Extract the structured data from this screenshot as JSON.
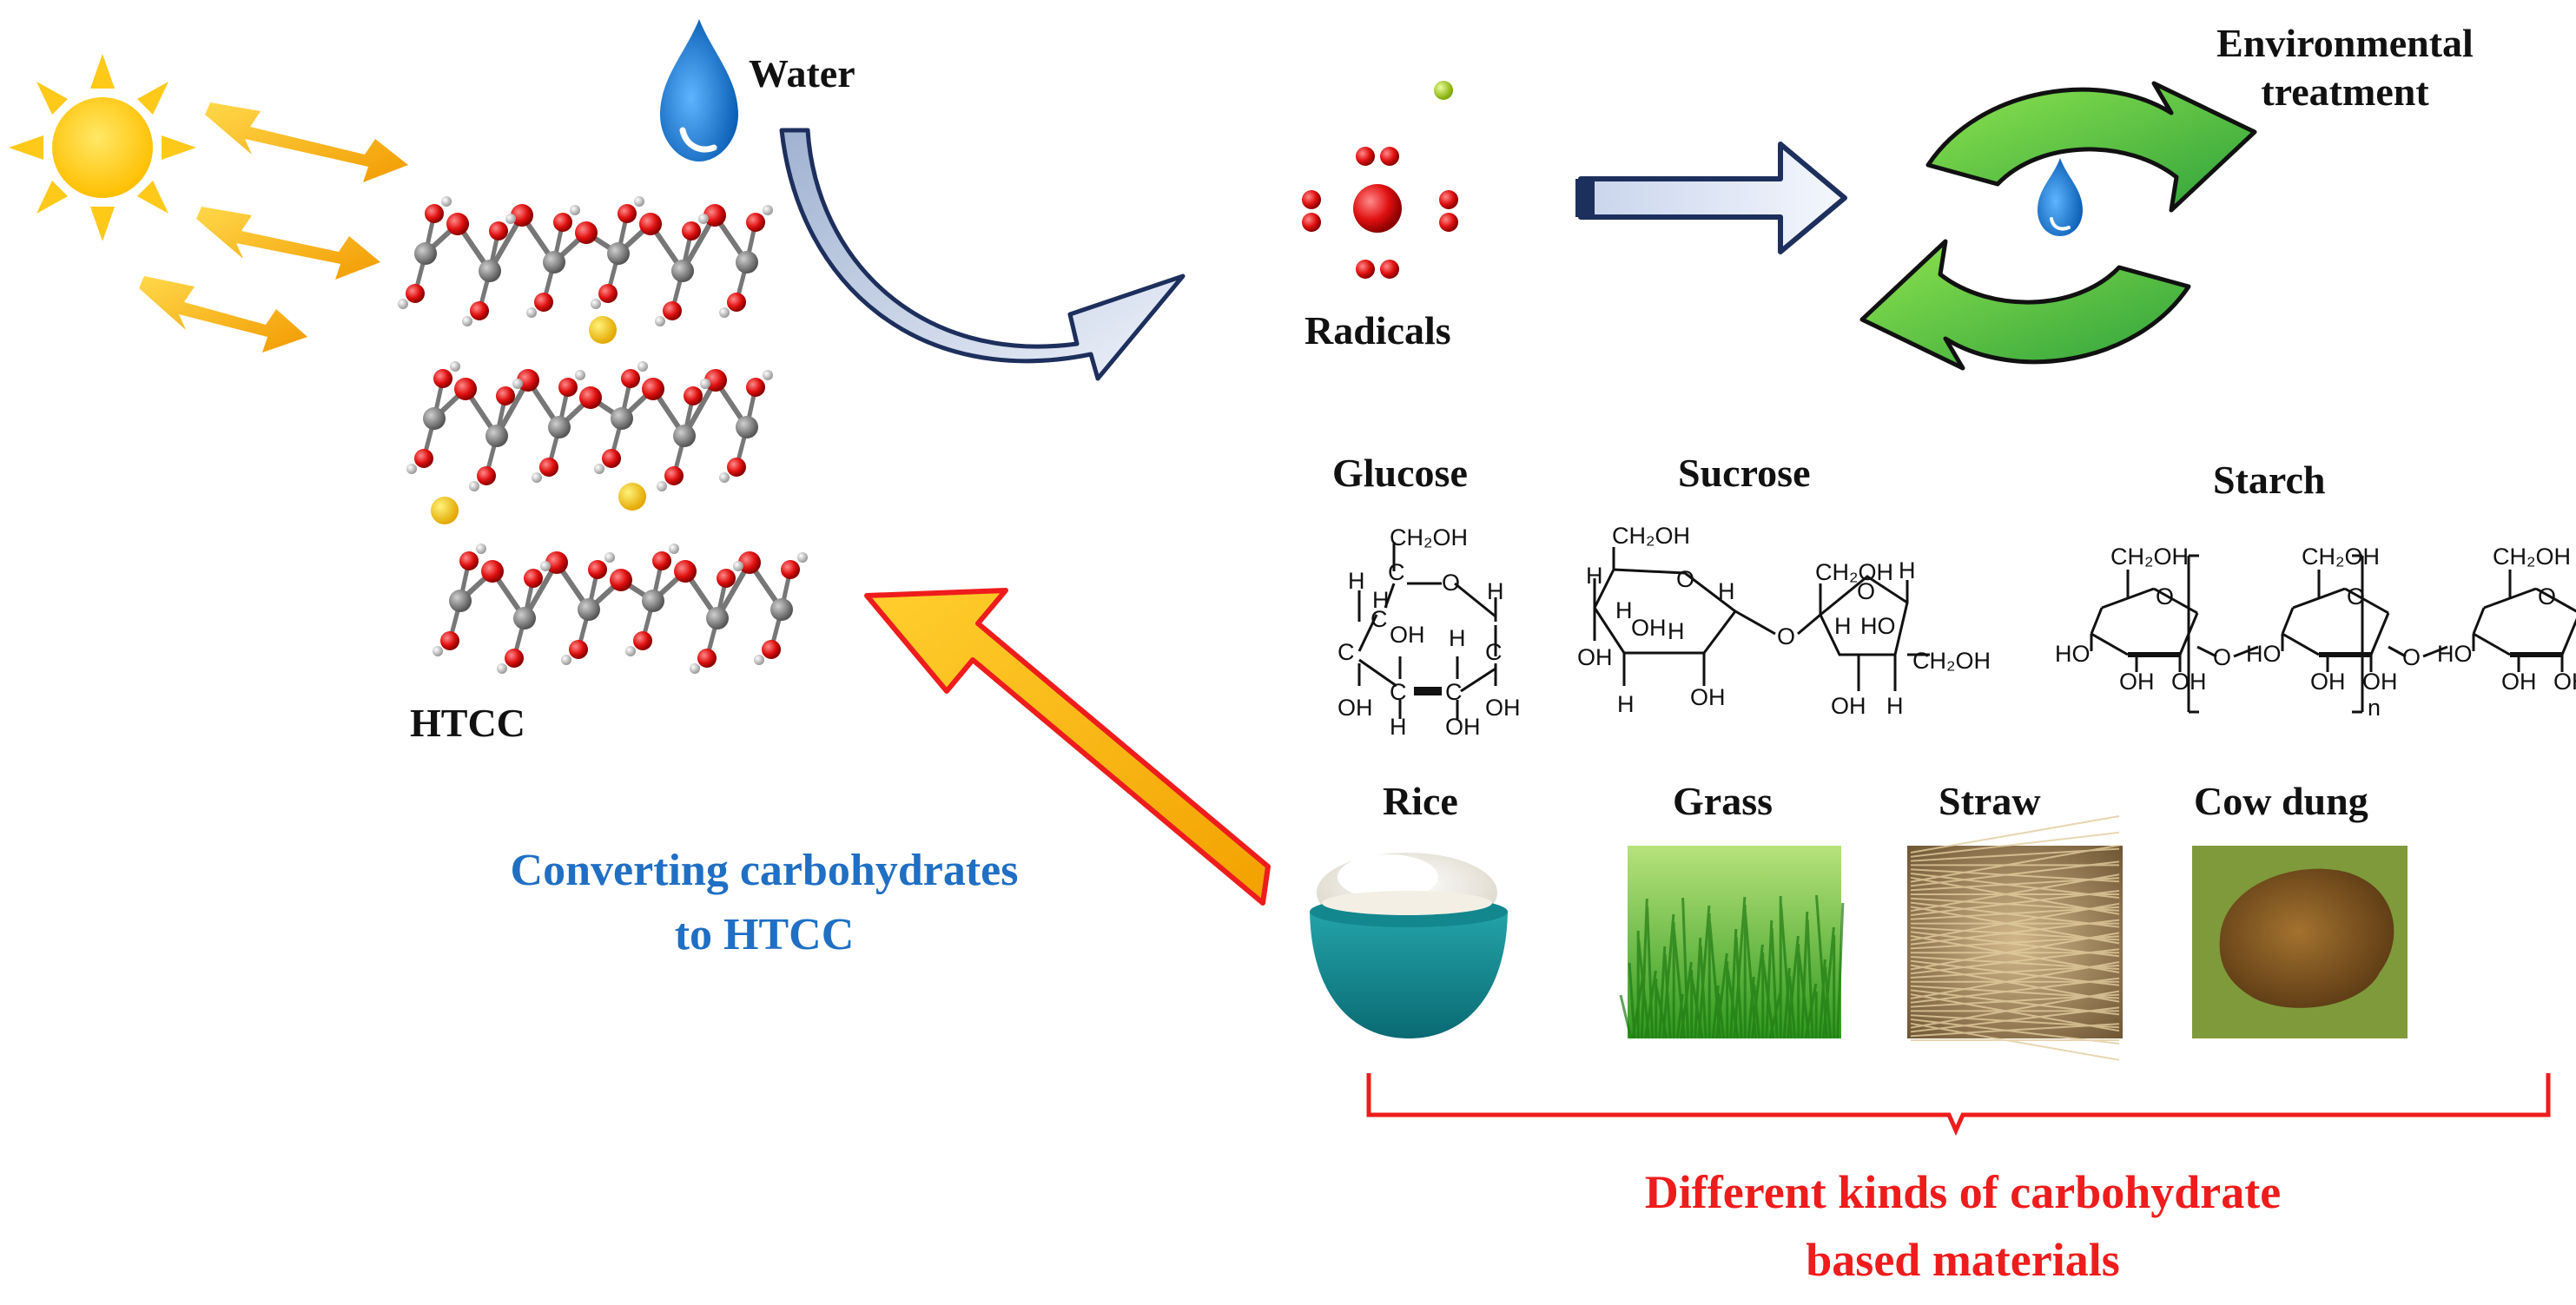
{
  "labels": {
    "water": "Water",
    "radicals": "Radicals",
    "environmental_treatment": "Environmental\ntreatment",
    "htcc": "HTCC",
    "converting": "Converting carbohydrates\nto HTCC",
    "glucose": "Glucose",
    "sucrose": "Sucrose",
    "starch": "Starch",
    "rice": "Rice",
    "grass": "Grass",
    "straw": "Straw",
    "cow_dung": "Cow dung",
    "different_kinds": "Different kinds of carbohydrate\nbased materials"
  },
  "chem": {
    "ch2oh": "CH₂OH",
    "oh": "OH",
    "ho": "HO",
    "h": "H",
    "c": "C",
    "o": "O",
    "n": "n"
  },
  "colors": {
    "sun": "#ffc91a",
    "arrow_yellow": "#f3a800",
    "arrow_red_outline": "#ee1c1c",
    "water_drop": "#1a7fd6",
    "recycle_green": "#39b54a",
    "navy_arrow": "#1d2f5c",
    "radical_red": "#e01010",
    "label_blue": "#1f6fc4",
    "label_red": "#ee1c1c"
  },
  "icons": [
    "sun-icon",
    "water-drop-icon",
    "recycle-icon",
    "radicals-icon",
    "rice-bowl-icon",
    "grass-icon",
    "straw-icon",
    "cow-dung-icon"
  ]
}
